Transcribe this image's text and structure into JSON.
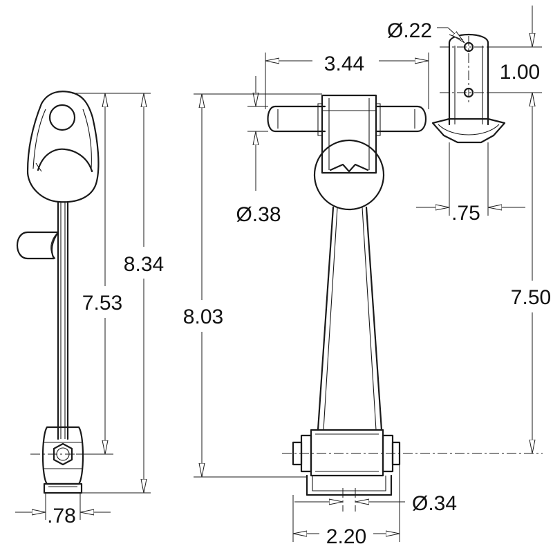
{
  "dimensions": {
    "side_pin_spacing": ".78",
    "side_inner_height": "7.53",
    "side_overall_height": "8.34",
    "front_rod_length": "3.44",
    "front_rod_diameter": "Ø.38",
    "front_overall_height": "8.03",
    "front_base_width": "2.20",
    "front_pivot_hole": "Ø.34",
    "keeper_hole": "Ø.22",
    "keeper_hole_spacing": "1.00",
    "keeper_width": ".75",
    "keeper_mount_height": "7.50"
  },
  "colors": {
    "line": "#1a1a1a",
    "background": "#ffffff"
  }
}
